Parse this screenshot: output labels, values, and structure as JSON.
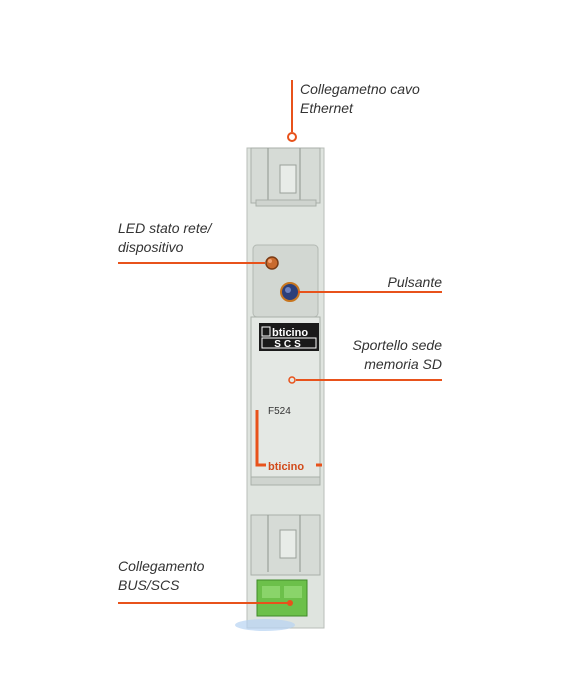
{
  "callouts": {
    "ethernet": "Collegametno cavo\nEthernet",
    "led": "LED stato rete/\ndispositivo",
    "button": "Pulsante",
    "sd_cover": "Sportello sede\nmemoria SD",
    "bus": "Collegamento\nBUS/SCS"
  },
  "device": {
    "brand_top": "bticino",
    "brand_scs": "SCS",
    "model": "F524",
    "brand_bottom": "bticino"
  },
  "colors": {
    "accent": "#e8521b",
    "body": "#dfe4df",
    "connector": "#6cc04a",
    "text": "#333333"
  }
}
